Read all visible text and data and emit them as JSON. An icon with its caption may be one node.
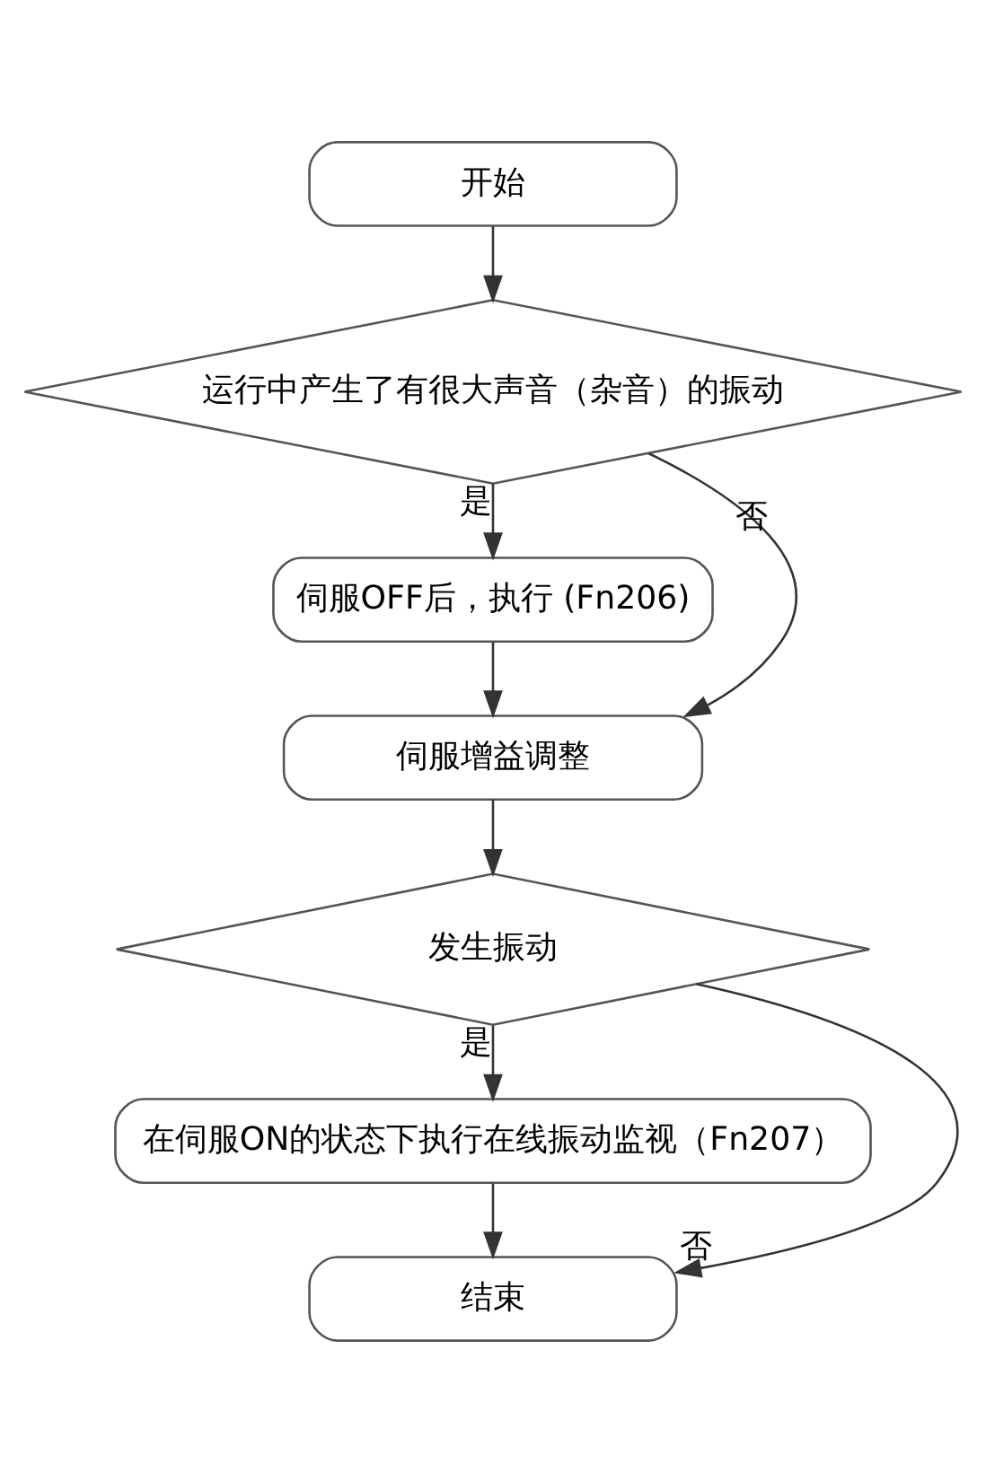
{
  "diagram": {
    "nodes": [
      {
        "text": [
          "开始"
        ]
      },
      {
        "text": [
          "运行中产生了有很大声音（杂音）的振动"
        ]
      },
      {
        "text": [
          "伺服OFF后，执行 (Fn206)"
        ]
      },
      {
        "text": [
          "伺服增益调整"
        ]
      },
      {
        "text": [
          "发生振动"
        ]
      },
      {
        "text": [
          "在伺服ON的状态下执行在线振动监视（Fn207）"
        ]
      },
      {
        "text": [
          "结束"
        ]
      }
    ],
    "edges": [
      {
        "from": 0,
        "to": 1,
        "arrow": "to"
      },
      {
        "from": 1,
        "to": 2,
        "arrow": "to",
        "label": "是"
      },
      {
        "from": 1,
        "to": 3,
        "arrow": "to",
        "label": "否"
      },
      {
        "from": 2,
        "to": 3,
        "arrow": "to"
      },
      {
        "from": 3,
        "to": 4,
        "arrow": "to"
      },
      {
        "from": 4,
        "to": 5,
        "arrow": "to",
        "label": "是"
      },
      {
        "from": 4,
        "to": 6,
        "arrow": "to",
        "label": "否"
      },
      {
        "from": 5,
        "to": 6,
        "arrow": "to"
      }
    ]
  }
}
